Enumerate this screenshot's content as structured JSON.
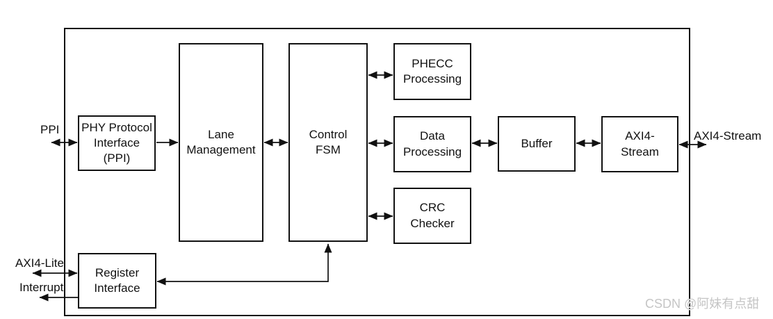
{
  "diagram": {
    "blocks": [
      {
        "id": "phy-protocol-interface",
        "label": "PHY Protocol\nInterface\n(PPI)"
      },
      {
        "id": "lane-management",
        "label": "Lane\nManagement"
      },
      {
        "id": "control-fsm",
        "label": "Control\nFSM"
      },
      {
        "id": "phecc-processing",
        "label": "PHECC\nProcessing"
      },
      {
        "id": "data-processing",
        "label": "Data\nProcessing"
      },
      {
        "id": "crc-checker",
        "label": "CRC\nChecker"
      },
      {
        "id": "buffer",
        "label": "Buffer"
      },
      {
        "id": "axi4-stream",
        "label": "AXI4-\nStream"
      },
      {
        "id": "register-interface",
        "label": "Register\nInterface"
      }
    ],
    "ports": [
      {
        "id": "ppi",
        "label": "PPI",
        "side": "left"
      },
      {
        "id": "axi4-stream",
        "label": "AXI4-Stream",
        "side": "right"
      },
      {
        "id": "axi4-lite",
        "label": "AXI4-Lite",
        "side": "left"
      },
      {
        "id": "interrupt",
        "label": "Interrupt",
        "side": "left"
      }
    ],
    "connections": [
      {
        "from": "PPI (external)",
        "to": "PHY Protocol Interface (PPI)",
        "type": "bidirectional"
      },
      {
        "from": "PHY Protocol Interface (PPI)",
        "to": "Lane Management",
        "type": "unidirectional"
      },
      {
        "from": "Lane Management",
        "to": "Control FSM",
        "type": "bidirectional"
      },
      {
        "from": "Control FSM",
        "to": "PHECC Processing",
        "type": "bidirectional"
      },
      {
        "from": "Control FSM",
        "to": "Data Processing",
        "type": "bidirectional"
      },
      {
        "from": "Control FSM",
        "to": "CRC Checker",
        "type": "bidirectional"
      },
      {
        "from": "Data Processing",
        "to": "Buffer",
        "type": "bidirectional"
      },
      {
        "from": "Buffer",
        "to": "AXI4-Stream",
        "type": "bidirectional"
      },
      {
        "from": "AXI4-Stream",
        "to": "AXI4-Stream (external)",
        "type": "bidirectional"
      },
      {
        "from": "Control FSM",
        "to": "Register Interface",
        "type": "bidirectional"
      },
      {
        "from": "AXI4-Lite (external)",
        "to": "Register Interface",
        "type": "bidirectional"
      },
      {
        "from": "Register Interface",
        "to": "Interrupt (external)",
        "type": "unidirectional"
      }
    ],
    "watermark": "CSDN @阿妹有点甜",
    "colors": {
      "line": "#111111",
      "block_fill": "#ffffff",
      "background": "#ffffff",
      "watermark": "#c5c5c5"
    }
  }
}
